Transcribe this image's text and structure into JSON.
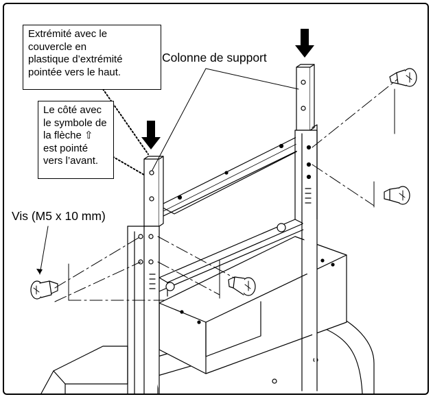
{
  "callouts": {
    "top_box": {
      "lines": [
        "Extrémité avec le",
        "couvercle en",
        "plastique d’extrémité",
        "pointée vers le haut."
      ]
    },
    "side_box": {
      "lines": [
        "Le côté avec",
        "le symbole de",
        "la flèche ⇧",
        "est pointé",
        "vers l’avant."
      ]
    }
  },
  "labels": {
    "column": "Colonne de support",
    "screw": "Vis (M5 x 10 mm)"
  },
  "icons": [
    "down-arrow-icon",
    "screw-icon"
  ],
  "colors": {
    "line": "#000000",
    "background": "#ffffff"
  }
}
